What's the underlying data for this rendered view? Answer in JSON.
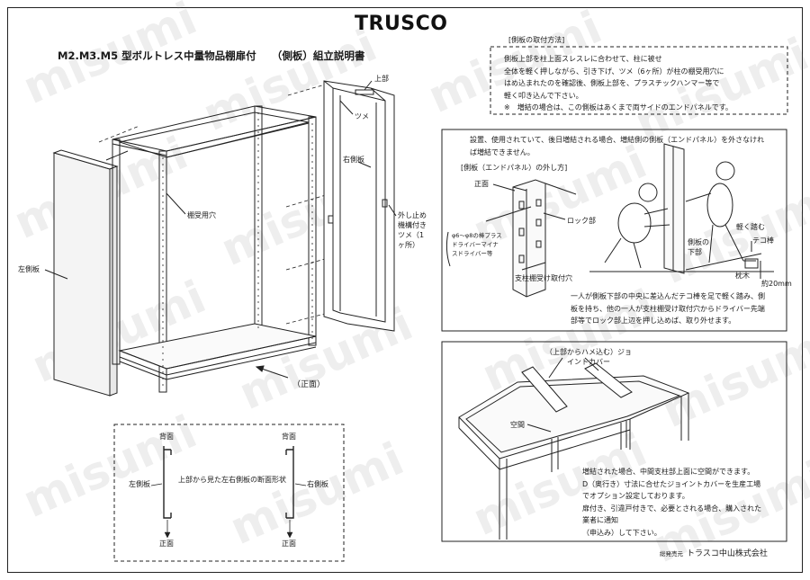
{
  "brand": "TRUSCO",
  "title": "M2.M3.M5 型ボルトレス中量物品棚扉付　　（側板）組立説明書",
  "watermark": "misumi",
  "labels": {
    "top": "上部",
    "tsume": "ツメ",
    "right_panel": "右側板",
    "shelf_hole": "棚受用穴",
    "left_panel": "左側板",
    "stopper": "外し止め機構付きツメ（1ヶ所）",
    "front": "（正面）"
  },
  "attach": {
    "title": "[側板の取付方法]",
    "lines": [
      "側板上部を柱上面スレスレに合わせて、柱に被せ",
      "全体を軽く押しながら、引き下げ、ツメ（6ヶ所）が柱の棚受用穴に",
      "はめ込まれたのを確認後、側板上部を、プラスチックハンマー等で",
      "軽く叩き込んで下さい。",
      "※　増結の場合は、この側板はあくまで両サイドのエンドパネルです。"
    ]
  },
  "removal": {
    "intro": [
      "設置、使用されていて、後日増結される場合、増結側の側板（エンドパネル）を外さなけれ",
      "ば増結できません。"
    ],
    "subtitle": "[側板（エンドパネル）の外し方]",
    "front": "正面",
    "lock": "ロック部",
    "driver": "φ6～φ8の棒プラスドライバーマイナスドライバー等",
    "post_hole": "支柱棚受け取付穴",
    "step": "軽く踏む",
    "lever": "テコ棒",
    "panel_bottom": "側板の下部",
    "pillow": "枕木",
    "height": "約20mm",
    "desc": [
      "一人が側板下部の中央に差込んだテコ棒を足で軽く踏み、側",
      "板を持ち、他の一人が支柱棚受け取付穴からドライバー先端",
      "部等でロック部上辺を押し込めば、取り外せます。"
    ]
  },
  "cross": {
    "back_l": "背面",
    "back_r": "背面",
    "left": "左側板",
    "right": "右側板",
    "caption": "上部から見た左右側板の断面形状",
    "front_l": "正面",
    "front_r": "正面"
  },
  "joint": {
    "top_label": "（上部からハメ込む）ジョイントカバー",
    "gap": "空間",
    "desc": [
      "増結された場合、中間支柱部上面に空間ができます。",
      "D（奥行き）寸法に合せたジョイントカバーを生産工場",
      "でオプション設定しております。",
      "扉付き、引違戸付きで、必要とされる場合、購入された",
      "業者に通知",
      "（申込み）して下さい。"
    ]
  },
  "footer": {
    "seller": "総発売元",
    "company": "トラスコ中山株式会社"
  }
}
